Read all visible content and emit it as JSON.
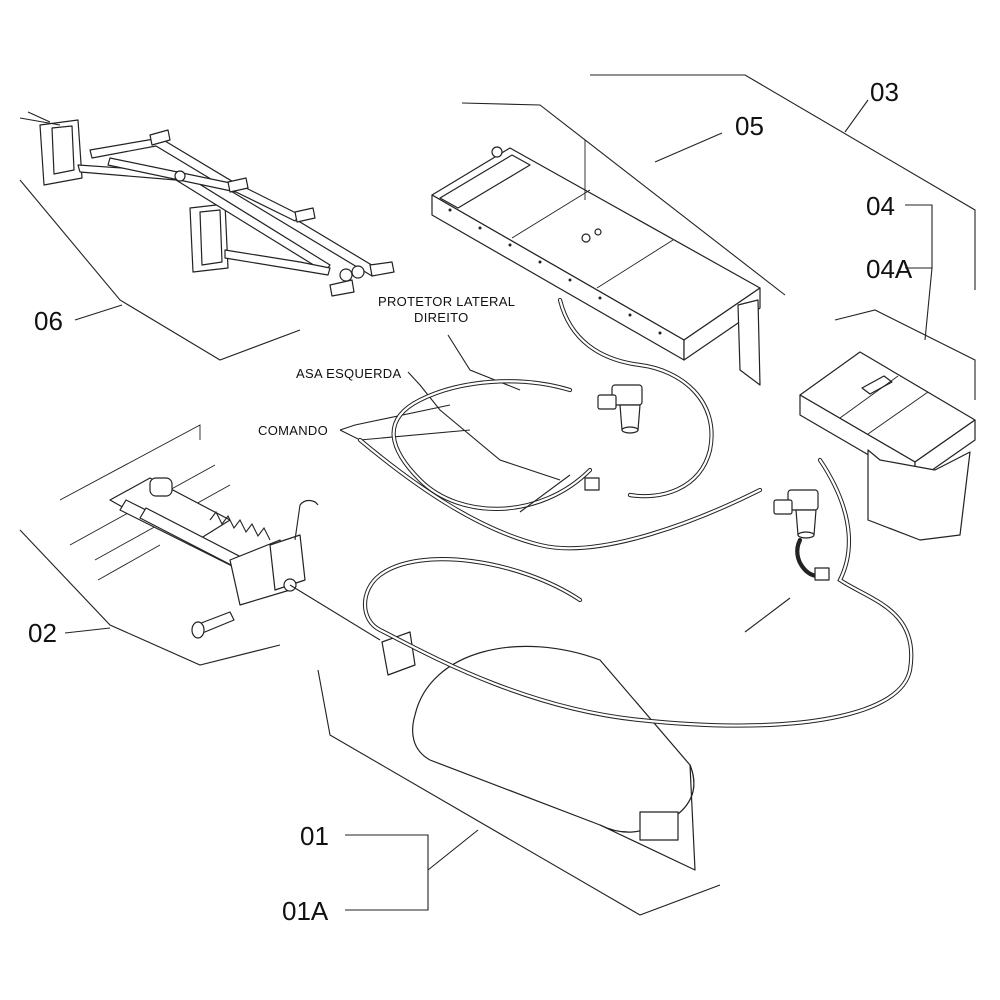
{
  "labels": {
    "n01": "01",
    "n01a": "01A",
    "n02": "02",
    "n03": "03",
    "n04": "04",
    "n04a": "04A",
    "n05": "05",
    "n06": "06",
    "protetor_line1": "PROTETOR LATERAL",
    "protetor_line2": "DIREITO",
    "asa_esquerda": "ASA ESQUERDA",
    "comando": "COMANDO"
  }
}
